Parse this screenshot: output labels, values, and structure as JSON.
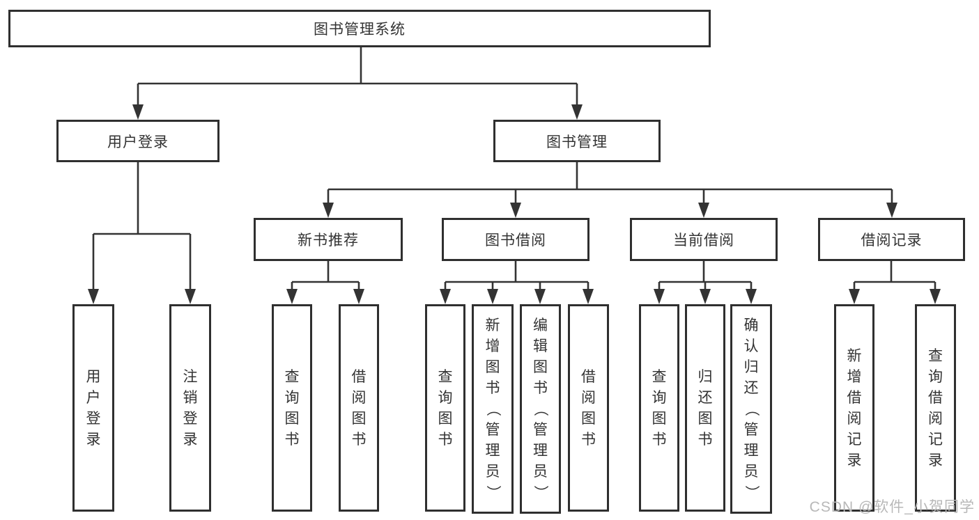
{
  "diagram": {
    "root": {
      "label": "图书管理系统"
    },
    "branches": [
      {
        "label": "用户登录",
        "children": [
          {
            "label": "用户登录"
          },
          {
            "label": "注销登录"
          }
        ]
      },
      {
        "label": "图书管理",
        "children": [
          {
            "label": "新书推荐",
            "children": [
              {
                "label": "查询图书"
              },
              {
                "label": "借阅图书"
              }
            ]
          },
          {
            "label": "图书借阅",
            "children": [
              {
                "label": "查询图书"
              },
              {
                "label": "新增图书（管理员）"
              },
              {
                "label": "编辑图书（管理员）"
              },
              {
                "label": "借阅图书"
              }
            ]
          },
          {
            "label": "当前借阅",
            "children": [
              {
                "label": "查询图书"
              },
              {
                "label": "归还图书"
              },
              {
                "label": "确认归还（管理员）"
              }
            ]
          },
          {
            "label": "借阅记录",
            "children": [
              {
                "label": "新增借阅记录"
              },
              {
                "label": "查询借阅记录"
              }
            ]
          }
        ]
      }
    ]
  },
  "watermark": {
    "text": "CSDN @软件_小贺同学"
  },
  "colors": {
    "ink": "#333333",
    "border": "#2f2f2f",
    "background": "#ffffff",
    "watermark": "#b8b8b8"
  }
}
